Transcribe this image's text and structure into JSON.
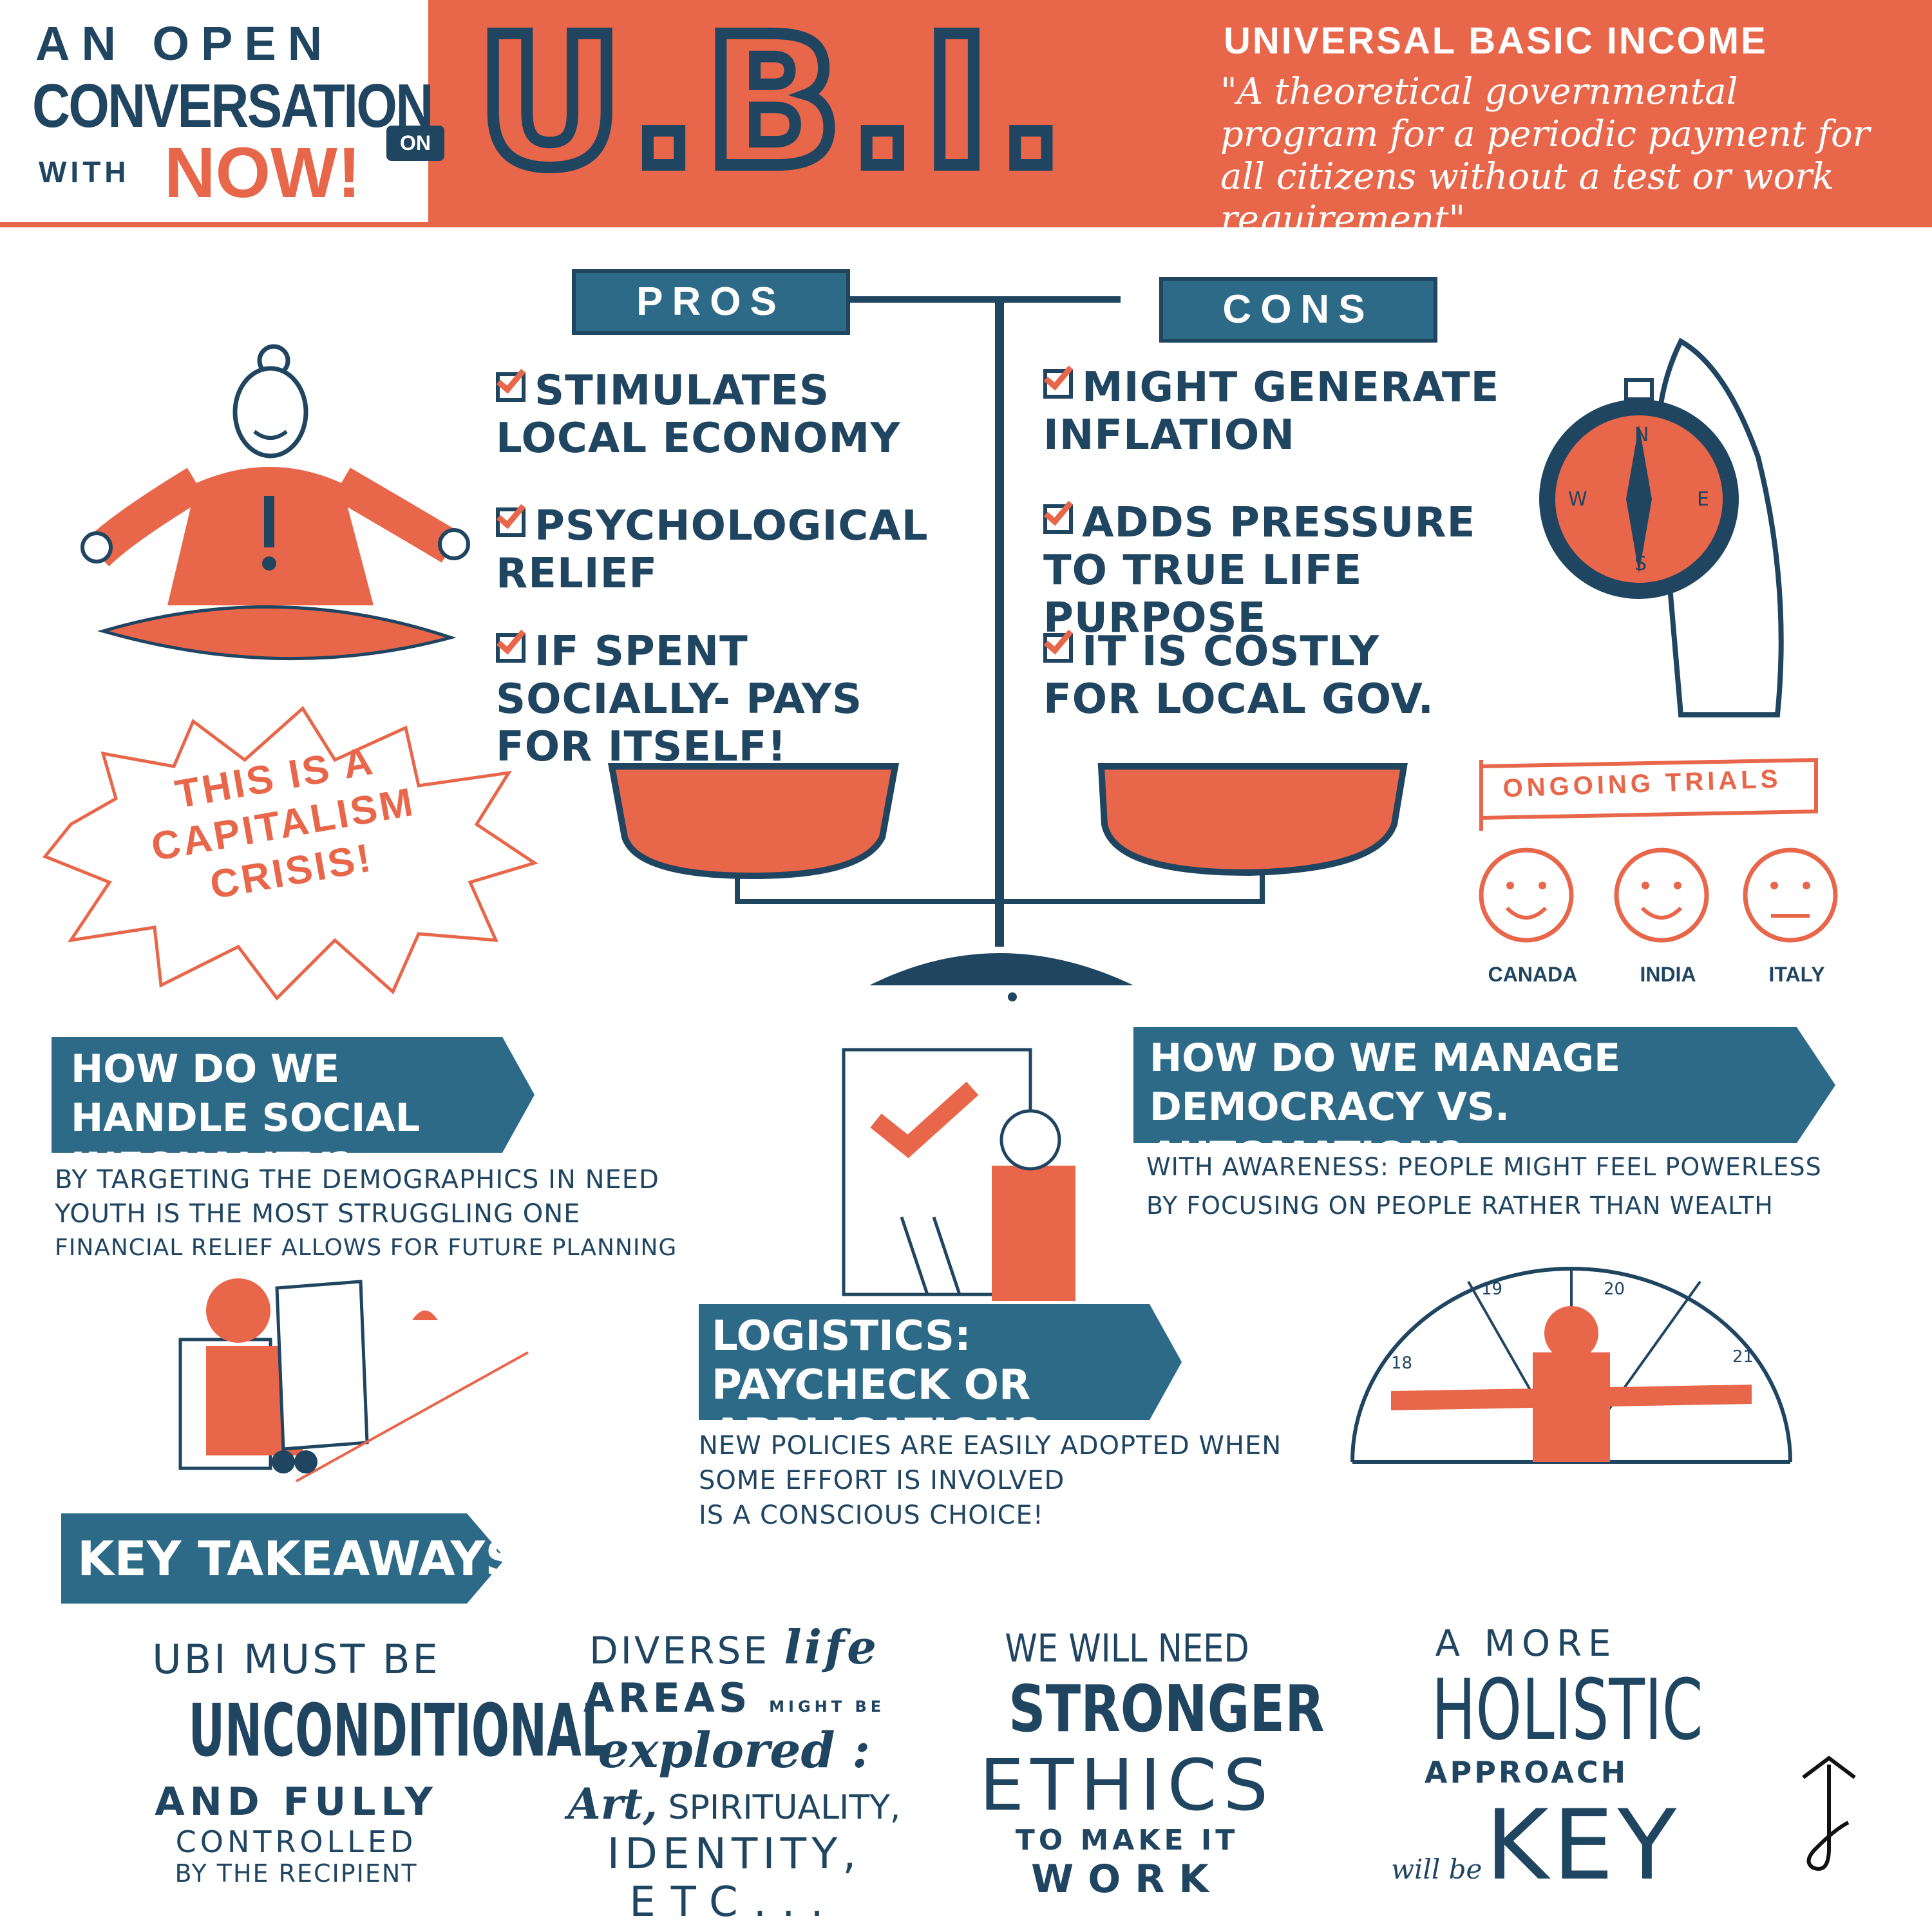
{
  "header": {
    "line1": "AN OPEN",
    "line2": "CONVERSATION",
    "line3": "WITH",
    "brand": "NOW!",
    "on_badge": "ON",
    "title": "U.B.I.",
    "definition_title": "UNIVERSAL BASIC INCOME",
    "definition_quote": "\"A theoretical governmental program for a periodic payment for all citizens without a test or work requirement\""
  },
  "scale": {
    "pros_label": "PROS",
    "cons_label": "CONS",
    "pros": [
      "STIMULATES LOCAL ECONOMY",
      "PSYCHOLOGICAL RELIEF",
      "IF SPENT SOCIALLY- PAYS FOR ITSELF!"
    ],
    "cons": [
      "MIGHT GENERATE INFLATION",
      "ADDS PRESSURE TO TRUE LIFE PURPOSE",
      "IT IS COSTLY FOR LOCAL GOV."
    ]
  },
  "burst": {
    "text": "THIS IS A CAPITALISM CRISIS!"
  },
  "compass": {
    "n": "N",
    "e": "E",
    "s": "S",
    "w": "W"
  },
  "trials": {
    "title": "ONGOING TRIALS",
    "countries": [
      "CANADA",
      "INDIA",
      "ITALY"
    ]
  },
  "inequality": {
    "question": "HOW DO WE HANDLE SOCIAL INEQUALITY?",
    "notes": [
      "BY TARGETING THE DEMOGRAPHICS IN NEED",
      "YOUTH IS THE MOST STRUGGLING ONE",
      "FINANCIAL RELIEF ALLOWS FOR FUTURE PLANNING"
    ]
  },
  "democracy": {
    "question": "HOW DO WE MANAGE DEMOCRACY VS. AUTOMATION?",
    "notes": [
      "WITH AWARENESS: PEOPLE MIGHT FEEL POWERLESS",
      "BY FOCUSING ON PEOPLE RATHER THAN WEALTH"
    ]
  },
  "logistics": {
    "question": "LOGISTICS: PAYCHECK OR APPLICATION?",
    "notes": [
      "NEW POLICIES ARE EASILY ADOPTED WHEN",
      "SOME EFFORT IS INVOLVED",
      "IS A CONSCIOUS CHOICE!"
    ]
  },
  "gauge": {
    "labels": [
      "18",
      "19",
      "20",
      "21"
    ]
  },
  "takeaways": {
    "title": "KEY TAKEAWAYS",
    "t1": {
      "a": "UBI MUST BE",
      "b": "UNCONDITIONAL",
      "c": "AND FULLY",
      "d": "CONTROLLED",
      "e": "BY THE RECIPIENT"
    },
    "t2": {
      "a": "DIVERSE",
      "b": "life",
      "c": "AREAS",
      "d": "MIGHT BE",
      "e": "explored :",
      "f": "Art,",
      "g": "SPIRITUALITY,",
      "h": "IDENTITY,",
      "i": "ETC..."
    },
    "t3": {
      "a": "WE WILL NEED",
      "b": "STRONGER",
      "c": "ETHICS",
      "d": "TO MAKE IT",
      "e": "WORK"
    },
    "t4": {
      "a": "A MORE",
      "b": "HOLISTIC",
      "c": "APPROACH",
      "d": "will be",
      "e": "KEY"
    }
  },
  "colors": {
    "navy": "#1f4561",
    "orange": "#e8664a",
    "teal": "#2c6a88"
  }
}
